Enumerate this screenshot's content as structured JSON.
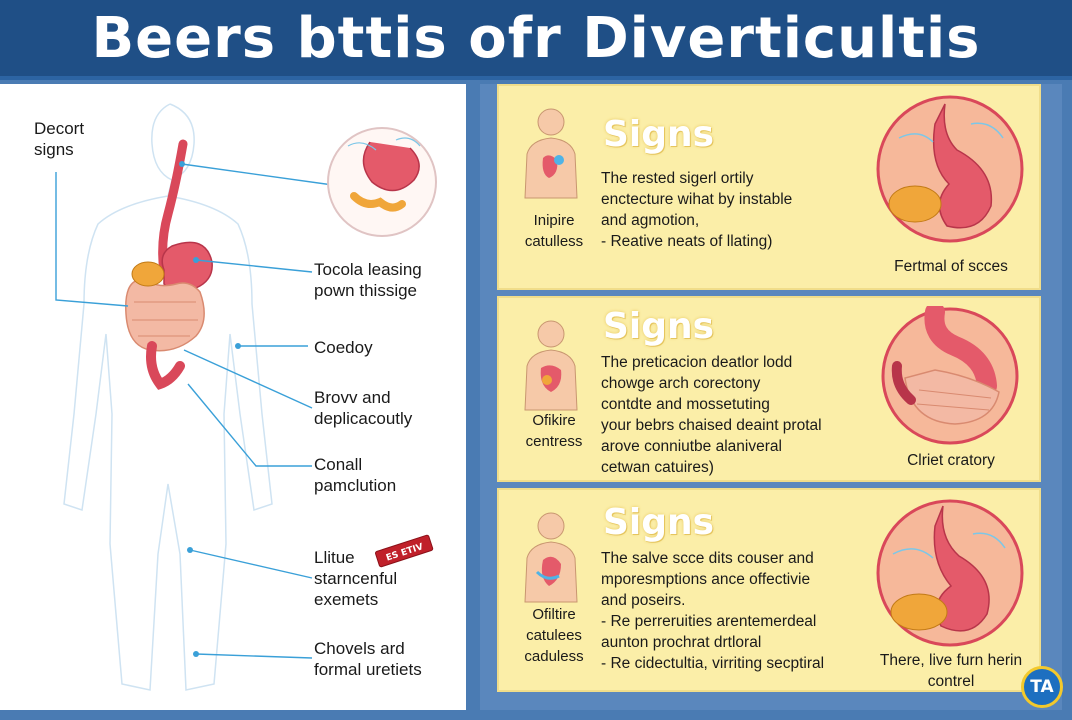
{
  "header": {
    "title": "Beers bttis ofr Diverticultis"
  },
  "left_panel": {
    "labels": [
      {
        "id": "decort",
        "lines": [
          "Decort",
          "signs"
        ]
      },
      {
        "id": "tocola",
        "lines": [
          "Tocola leasing",
          "pown thissige"
        ]
      },
      {
        "id": "coedoy",
        "lines": [
          "Coedoy"
        ]
      },
      {
        "id": "brovv",
        "lines": [
          "Brovv and",
          "deplicacoutly"
        ]
      },
      {
        "id": "conall",
        "lines": [
          "Conall",
          "pamclution"
        ]
      },
      {
        "id": "litue",
        "lines": [
          "Llitue",
          "starncenful",
          "exemets"
        ]
      },
      {
        "id": "chovels",
        "lines": [
          "Chovels ard",
          "formal uretiets"
        ]
      }
    ],
    "tag_text": "ES ETIV"
  },
  "cards": [
    {
      "title": "Signs",
      "side_label": [
        "Inipire",
        "catulless"
      ],
      "body": [
        "The rested sigerl ortily",
        "enctecture wihat by instable",
        "and agmotion,",
        "- Reative neats of llating)"
      ],
      "caption": [
        "Fertmal of scces"
      ]
    },
    {
      "title": "Signs",
      "side_label": [
        "Ofikire",
        "centress"
      ],
      "body": [
        "The preticacion deatlor lodd",
        "chowge arch corectony",
        "contdte and mossetuting",
        "your bebrs chaised deaint protal",
        "arove conniutbe alaniveral",
        "cetwan catuires)"
      ],
      "caption": [
        "Clriet cratory"
      ]
    },
    {
      "title": "Signs",
      "side_label": [
        "Ofiltire",
        "catulees",
        "caduless"
      ],
      "body": [
        "The salve scce dits couser and",
        "mporesmptions ance offectivie",
        "and poseirs.",
        "- Re perreruities arentemerdeal",
        "aunton prochrat drtloral",
        "- Re cidectultia, virriting secptiral"
      ],
      "caption": [
        "There, live furn herin",
        "contrel"
      ]
    }
  ],
  "badge": {
    "text": "TA"
  },
  "colors": {
    "header_bg": "#1f4f86",
    "card_bg": "#fbeea8",
    "organ_red": "#d9485a",
    "pouch_orange": "#f0a63a",
    "line_blue": "#3aa0d8"
  }
}
